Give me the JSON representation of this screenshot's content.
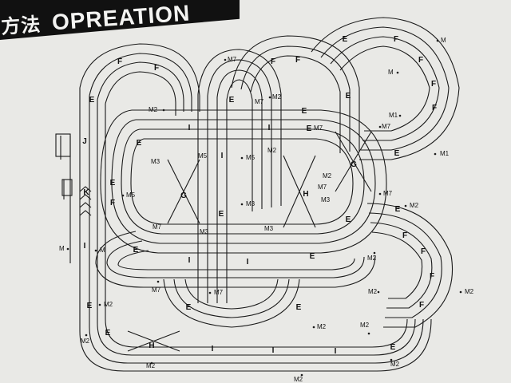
{
  "header": {
    "title_zh": "方法",
    "title_en": "OPREATION"
  },
  "track_labels": {
    "E": "E",
    "F": "F",
    "I": "I",
    "J": "J",
    "K": "K",
    "G": "G",
    "H": "H"
  },
  "markers": {
    "M": "M",
    "M1": "M1",
    "M2": "M2",
    "M3": "M3",
    "M5": "M5",
    "M7": "M7"
  },
  "colors": {
    "ink": "#1a1a1a",
    "paper": "#e9e9e6",
    "header_band": "#111111"
  }
}
